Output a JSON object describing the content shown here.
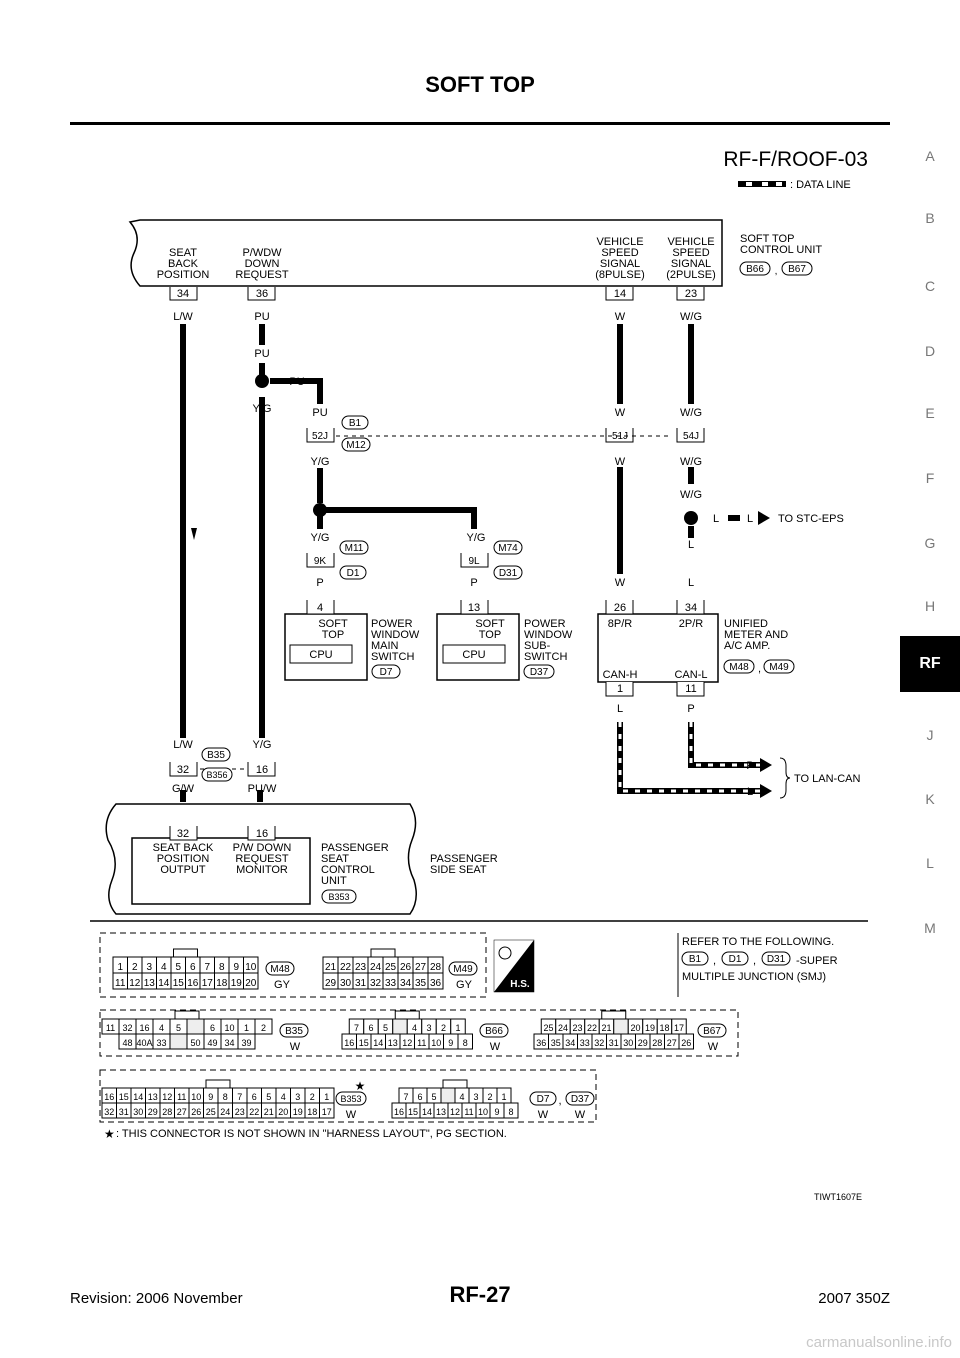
{
  "page": {
    "title": "SOFT TOP",
    "page_number": "RF-27",
    "revision": "Revision: 2006 November",
    "model": "2007 350Z",
    "watermark": "carmanualsonline.info"
  },
  "side_tabs": [
    "A",
    "B",
    "C",
    "D",
    "E",
    "F",
    "G",
    "H",
    "RF",
    "J",
    "K",
    "L",
    "M"
  ],
  "active_tab": "RF",
  "diagram": {
    "id": "RF-F/ROOF-03",
    "legend": ": DATA LINE",
    "image_code": "TIWT1607E",
    "control_unit": {
      "name_l1": "SOFT TOP",
      "name_l2": "CONTROL UNIT",
      "conn1": "B66",
      "conn2": "B67",
      "comma": ",",
      "terms": {
        "t34": {
          "l1": "SEAT",
          "l2": "BACK",
          "l3": "POSITION",
          "pin": "34"
        },
        "t36": {
          "l1": "P/WDW",
          "l2": "DOWN",
          "l3": "REQUEST",
          "pin": "36"
        },
        "t14": {
          "l1": "VEHICLE",
          "l2": "SPEED",
          "l3": "SIGNAL",
          "l4": "(8PULSE)",
          "pin": "14"
        },
        "t23": {
          "l1": "VEHICLE",
          "l2": "SPEED",
          "l3": "SIGNAL",
          "l4": "(2PULSE)",
          "pin": "23"
        }
      }
    },
    "wire_colors": {
      "lw": "L/W",
      "pu": "PU",
      "yg": "Y/G",
      "w": "W",
      "wg": "W/G",
      "p": "P",
      "l": "L",
      "gw": "G/W",
      "puw": "PU/W"
    },
    "junctions": {
      "j52": "52J",
      "j51": "51J",
      "j54": "54J",
      "b1": "B1",
      "m12": "M12",
      "k9": "9K",
      "l9": "9L",
      "m11": "M11",
      "d1": "D1",
      "m74": "M74",
      "d31": "D31"
    },
    "to_stc": "TO STC-EPS",
    "to_lan": "TO LAN-CAN",
    "main_switch": {
      "pin": "4",
      "l1": "SOFT",
      "l2": "TOP",
      "cpu": "CPU",
      "n1": "POWER",
      "n2": "WINDOW",
      "n3": "MAIN",
      "n4": "SWITCH",
      "conn": "D7"
    },
    "sub_switch": {
      "pin": "13",
      "l1": "SOFT",
      "l2": "TOP",
      "cpu": "CPU",
      "n1": "POWER",
      "n2": "WINDOW",
      "n3": "SUB-",
      "n4": "SWITCH",
      "conn": "D37"
    },
    "meter": {
      "pin1": "26",
      "pin2": "34",
      "pin3": "1",
      "pin4": "11",
      "a": "8P/R",
      "b": "2P/R",
      "c": "CAN-H",
      "d": "CAN-L",
      "n1": "UNIFIED",
      "n2": "METER AND",
      "n3": "A/C AMP.",
      "conn1": "M48",
      "conn2": "M49"
    },
    "passenger": {
      "b35": "B35",
      "b356": "B356",
      "pin32": "32",
      "pin16": "16",
      "o1": "SEAT BACK",
      "o2": "POSITION",
      "o3": "OUTPUT",
      "m1": "P/W DOWN",
      "m2": "REQUEST",
      "m3": "MONITOR",
      "u1": "PASSENGER",
      "u2": "SEAT",
      "u3": "CONTROL",
      "u4": "UNIT",
      "conn": "B353",
      "s1": "PASSENGER",
      "s2": "SIDE SEAT"
    },
    "refer": {
      "l1": "REFER TO THE FOLLOWING.",
      "l2": "-SUPER",
      "l3": "MULTIPLE JUNCTION (SMJ)",
      "c1": "B1",
      "c2": "D1",
      "c3": "D31",
      "hs": "H.S."
    },
    "connectors": {
      "m48": {
        "name": "M48",
        "color": "GY",
        "top": [
          "1",
          "2",
          "3",
          "4",
          "5",
          "6",
          "7",
          "8",
          "9",
          "10"
        ],
        "bottom": [
          "11",
          "12",
          "13",
          "14",
          "15",
          "16",
          "17",
          "18",
          "19",
          "20"
        ]
      },
      "m49": {
        "name": "M49",
        "color": "GY",
        "top": [
          "21",
          "22",
          "23",
          "24",
          "25",
          "26",
          "27",
          "28"
        ],
        "bottom": [
          "29",
          "30",
          "31",
          "32",
          "33",
          "34",
          "35",
          "36"
        ]
      },
      "b35": {
        "name": "B35",
        "color": "W",
        "top": [
          "11",
          "32",
          "16",
          "4",
          "5",
          "",
          "6",
          "10",
          "1",
          "2"
        ],
        "bottom": [
          "48",
          "40A",
          "33",
          "",
          "50",
          "49",
          "34",
          "39"
        ]
      },
      "b66": {
        "name": "B66",
        "color": "W",
        "top": [
          "7",
          "6",
          "5",
          "",
          "4",
          "3",
          "2",
          "1"
        ],
        "bottom": [
          "16",
          "15",
          "14",
          "13",
          "12",
          "11",
          "10",
          "9",
          "8"
        ]
      },
      "b67": {
        "name": "B67",
        "color": "W",
        "top": [
          "25",
          "24",
          "23",
          "22",
          "21",
          "",
          "20",
          "19",
          "18",
          "17"
        ],
        "bottom": [
          "36",
          "35",
          "34",
          "33",
          "32",
          "31",
          "30",
          "29",
          "28",
          "27",
          "26"
        ]
      },
      "b353": {
        "name": "B353",
        "color": "W",
        "top": [
          "16",
          "15",
          "14",
          "13",
          "12",
          "11",
          "10",
          "9",
          "8",
          "7",
          "6",
          "5",
          "4",
          "3",
          "2",
          "1"
        ],
        "bottom": [
          "32",
          "31",
          "30",
          "29",
          "28",
          "27",
          "26",
          "25",
          "24",
          "23",
          "22",
          "21",
          "20",
          "19",
          "18",
          "17"
        ]
      },
      "d7": {
        "name": "D7",
        "name2": "D37",
        "color": "W",
        "top": [
          "7",
          "6",
          "5",
          "",
          "4",
          "3",
          "2",
          "1"
        ],
        "bottom": [
          "16",
          "15",
          "14",
          "13",
          "12",
          "11",
          "10",
          "9",
          "8"
        ]
      }
    },
    "note_star": "★",
    "footnote": ": THIS CONNECTOR IS NOT SHOWN IN \"HARNESS LAYOUT\", PG SECTION."
  }
}
